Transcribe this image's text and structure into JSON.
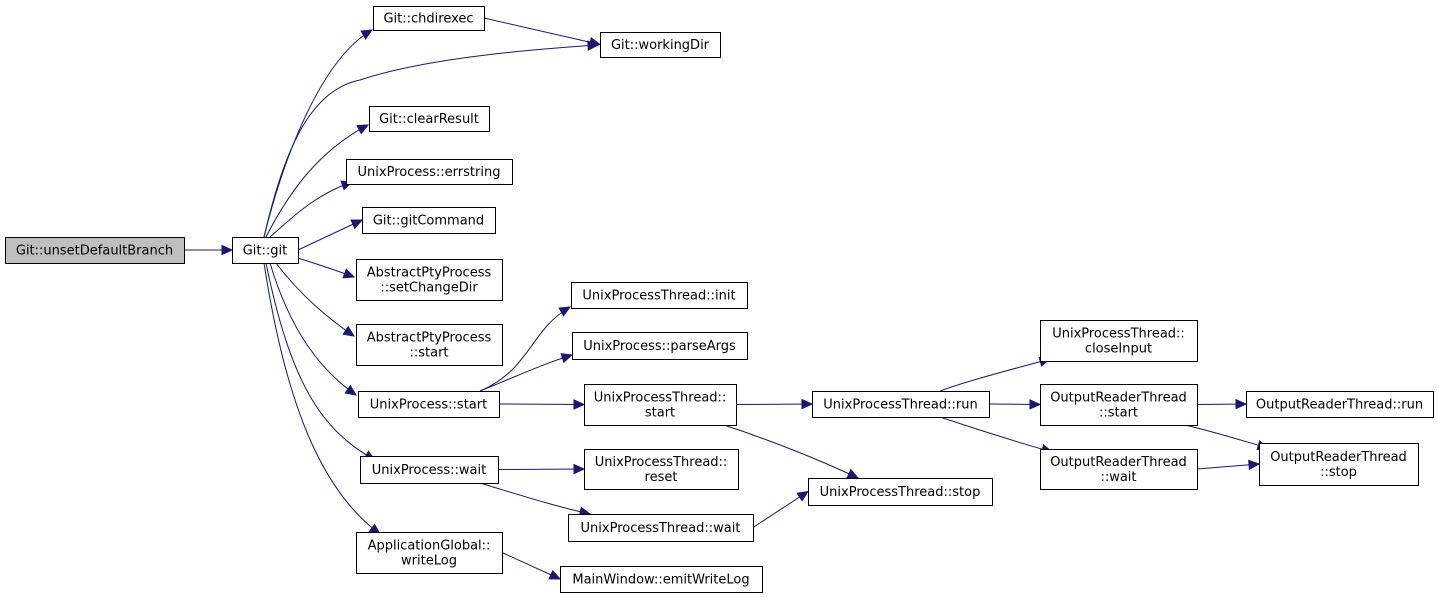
{
  "diagram": {
    "type": "call-graph",
    "colors": {
      "edge": "#191970",
      "root_fill": "#bfbfbf",
      "node_fill": "#ffffff",
      "node_border": "#000000"
    },
    "nodes": [
      {
        "id": "unsetDefaultBranch",
        "lines": [
          "Git::unsetDefaultBranch"
        ],
        "root": true
      },
      {
        "id": "git",
        "lines": [
          "Git::git"
        ]
      },
      {
        "id": "chdirexec",
        "lines": [
          "Git::chdirexec"
        ]
      },
      {
        "id": "workingDir",
        "lines": [
          "Git::workingDir"
        ]
      },
      {
        "id": "clearResult",
        "lines": [
          "Git::clearResult"
        ]
      },
      {
        "id": "errstring",
        "lines": [
          "UnixProcess::errstring"
        ]
      },
      {
        "id": "gitCommand",
        "lines": [
          "Git::gitCommand"
        ]
      },
      {
        "id": "setChangeDir",
        "lines": [
          "AbstractPtyProcess",
          "::setChangeDir"
        ]
      },
      {
        "id": "aptyStart",
        "lines": [
          "AbstractPtyProcess",
          "::start"
        ]
      },
      {
        "id": "upStart",
        "lines": [
          "UnixProcess::start"
        ]
      },
      {
        "id": "upWait",
        "lines": [
          "UnixProcess::wait"
        ]
      },
      {
        "id": "writeLog",
        "lines": [
          "ApplicationGlobal::",
          "writeLog"
        ]
      },
      {
        "id": "uptInit",
        "lines": [
          "UnixProcessThread::init"
        ]
      },
      {
        "id": "parseArgs",
        "lines": [
          "UnixProcess::parseArgs"
        ]
      },
      {
        "id": "uptStart",
        "lines": [
          "UnixProcessThread::",
          "start"
        ]
      },
      {
        "id": "uptReset",
        "lines": [
          "UnixProcessThread::",
          "reset"
        ]
      },
      {
        "id": "uptWait",
        "lines": [
          "UnixProcessThread::wait"
        ]
      },
      {
        "id": "emitWriteLog",
        "lines": [
          "MainWindow::emitWriteLog"
        ]
      },
      {
        "id": "uptRun",
        "lines": [
          "UnixProcessThread::run"
        ]
      },
      {
        "id": "uptStop",
        "lines": [
          "UnixProcessThread::stop"
        ]
      },
      {
        "id": "closeInput",
        "lines": [
          "UnixProcessThread::",
          "closeInput"
        ]
      },
      {
        "id": "ortStart",
        "lines": [
          "OutputReaderThread",
          "::start"
        ]
      },
      {
        "id": "ortWait",
        "lines": [
          "OutputReaderThread",
          "::wait"
        ]
      },
      {
        "id": "ortRun",
        "lines": [
          "OutputReaderThread::run"
        ]
      },
      {
        "id": "ortStop",
        "lines": [
          "OutputReaderThread",
          "::stop"
        ]
      }
    ],
    "edges": [
      [
        "unsetDefaultBranch",
        "git"
      ],
      [
        "git",
        "chdirexec"
      ],
      [
        "git",
        "workingDir"
      ],
      [
        "chdirexec",
        "workingDir"
      ],
      [
        "git",
        "clearResult"
      ],
      [
        "git",
        "errstring"
      ],
      [
        "git",
        "gitCommand"
      ],
      [
        "git",
        "setChangeDir"
      ],
      [
        "git",
        "aptyStart"
      ],
      [
        "git",
        "upStart"
      ],
      [
        "git",
        "upWait"
      ],
      [
        "git",
        "writeLog"
      ],
      [
        "upStart",
        "uptInit"
      ],
      [
        "upStart",
        "parseArgs"
      ],
      [
        "upStart",
        "uptStart"
      ],
      [
        "upWait",
        "uptReset"
      ],
      [
        "upWait",
        "uptWait"
      ],
      [
        "writeLog",
        "emitWriteLog"
      ],
      [
        "uptStart",
        "uptRun"
      ],
      [
        "uptStart",
        "uptStop"
      ],
      [
        "uptWait",
        "uptStop"
      ],
      [
        "uptRun",
        "closeInput"
      ],
      [
        "uptRun",
        "ortStart"
      ],
      [
        "uptRun",
        "ortWait"
      ],
      [
        "ortStart",
        "ortRun"
      ],
      [
        "ortStart",
        "ortStop"
      ],
      [
        "ortWait",
        "ortStop"
      ]
    ]
  }
}
